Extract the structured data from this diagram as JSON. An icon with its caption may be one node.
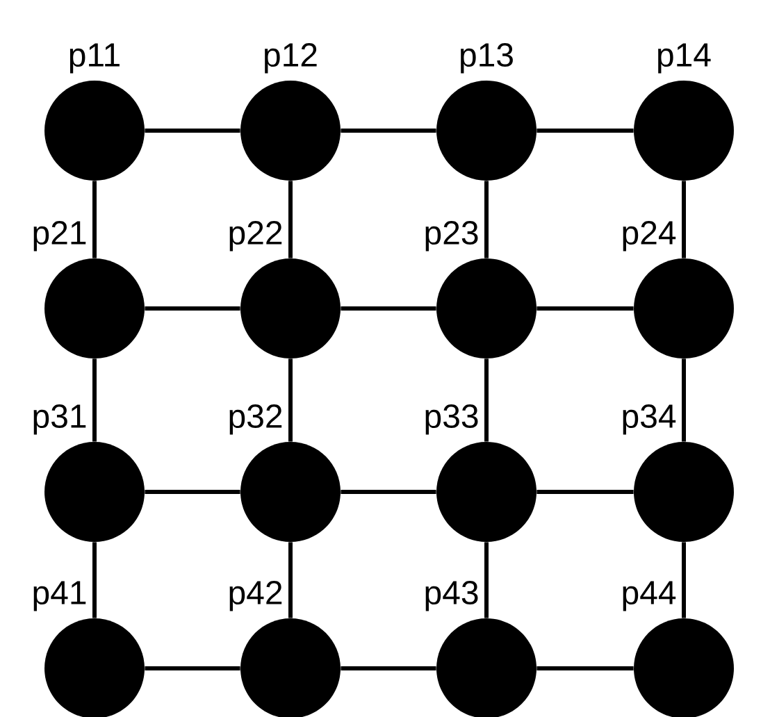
{
  "diagram": {
    "nodes": [
      {
        "text": [],
        "shape": "circle",
        "beside": [
          "p11"
        ]
      },
      {
        "text": [],
        "shape": "circle",
        "beside": [
          "p12"
        ]
      },
      {
        "text": [],
        "shape": "circle",
        "beside": [
          "p13"
        ]
      },
      {
        "text": [],
        "shape": "circle",
        "beside": [
          "p14"
        ]
      },
      {
        "text": [],
        "shape": "circle",
        "beside": [
          "p21"
        ]
      },
      {
        "text": [],
        "shape": "circle",
        "beside": [
          "p22"
        ]
      },
      {
        "text": [],
        "shape": "circle",
        "beside": [
          "p23"
        ]
      },
      {
        "text": [],
        "shape": "circle",
        "beside": [
          "p24"
        ]
      },
      {
        "text": [],
        "shape": "circle",
        "beside": [
          "p31"
        ]
      },
      {
        "text": [],
        "shape": "circle",
        "beside": [
          "p32"
        ]
      },
      {
        "text": [],
        "shape": "circle",
        "beside": [
          "p33"
        ]
      },
      {
        "text": [],
        "shape": "circle",
        "beside": [
          "p34"
        ]
      },
      {
        "text": [],
        "shape": "circle",
        "beside": [
          "p41"
        ]
      },
      {
        "text": [],
        "shape": "circle",
        "beside": [
          "p42"
        ]
      },
      {
        "text": [],
        "shape": "circle",
        "beside": [
          "p43"
        ]
      },
      {
        "text": [],
        "shape": "circle",
        "beside": [
          "p44"
        ]
      }
    ],
    "edges": [
      {
        "from": 0,
        "to": 1,
        "arrow": "none"
      },
      {
        "from": 1,
        "to": 2,
        "arrow": "none"
      },
      {
        "from": 2,
        "to": 3,
        "arrow": "none"
      },
      {
        "from": 4,
        "to": 5,
        "arrow": "none"
      },
      {
        "from": 5,
        "to": 6,
        "arrow": "none"
      },
      {
        "from": 6,
        "to": 7,
        "arrow": "none"
      },
      {
        "from": 8,
        "to": 9,
        "arrow": "none"
      },
      {
        "from": 9,
        "to": 10,
        "arrow": "none"
      },
      {
        "from": 10,
        "to": 11,
        "arrow": "none"
      },
      {
        "from": 12,
        "to": 13,
        "arrow": "none"
      },
      {
        "from": 13,
        "to": 14,
        "arrow": "none"
      },
      {
        "from": 14,
        "to": 15,
        "arrow": "none"
      },
      {
        "from": 0,
        "to": 4,
        "arrow": "none"
      },
      {
        "from": 4,
        "to": 8,
        "arrow": "none"
      },
      {
        "from": 8,
        "to": 12,
        "arrow": "none"
      },
      {
        "from": 1,
        "to": 5,
        "arrow": "none"
      },
      {
        "from": 5,
        "to": 9,
        "arrow": "none"
      },
      {
        "from": 9,
        "to": 13,
        "arrow": "none"
      },
      {
        "from": 2,
        "to": 6,
        "arrow": "none"
      },
      {
        "from": 6,
        "to": 10,
        "arrow": "none"
      },
      {
        "from": 10,
        "to": 14,
        "arrow": "none"
      },
      {
        "from": 3,
        "to": 7,
        "arrow": "none"
      },
      {
        "from": 7,
        "to": 11,
        "arrow": "none"
      },
      {
        "from": 11,
        "to": 15,
        "arrow": "none"
      }
    ]
  }
}
